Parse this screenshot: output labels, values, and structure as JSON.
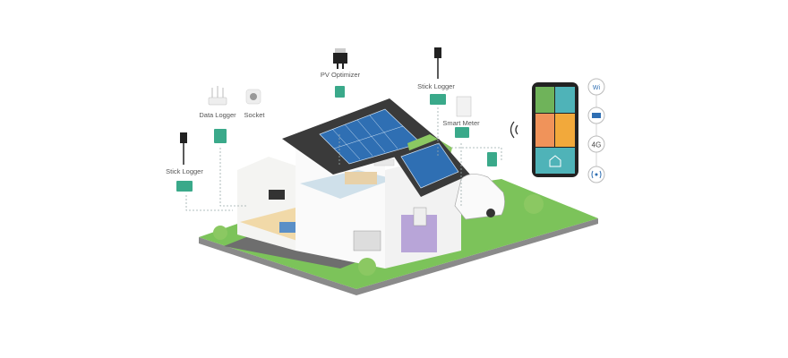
{
  "labels": {
    "pv_optimizer": "PV  Optimizer",
    "stick_logger_top": "Stick Logger",
    "data_logger": "Data Logger",
    "socket": "Socket",
    "stick_logger_left": "Stick Logger",
    "smart_meter": "Smart Meter",
    "network_4g": "4G"
  },
  "colors": {
    "accent_green": "#3aa98a",
    "grass": "#7cc35a",
    "solar_panel": "#2f6fb3",
    "roof": "#3a3a3a",
    "tile_green": "#6fb35a",
    "tile_teal": "#4fb3b8",
    "tile_orange": "#f0935a",
    "tile_amber": "#f2a93b"
  },
  "icons": [
    "wifi-icon",
    "router-icon",
    "4g-icon",
    "antenna-icon",
    "battery-icon",
    "home-icon"
  ]
}
